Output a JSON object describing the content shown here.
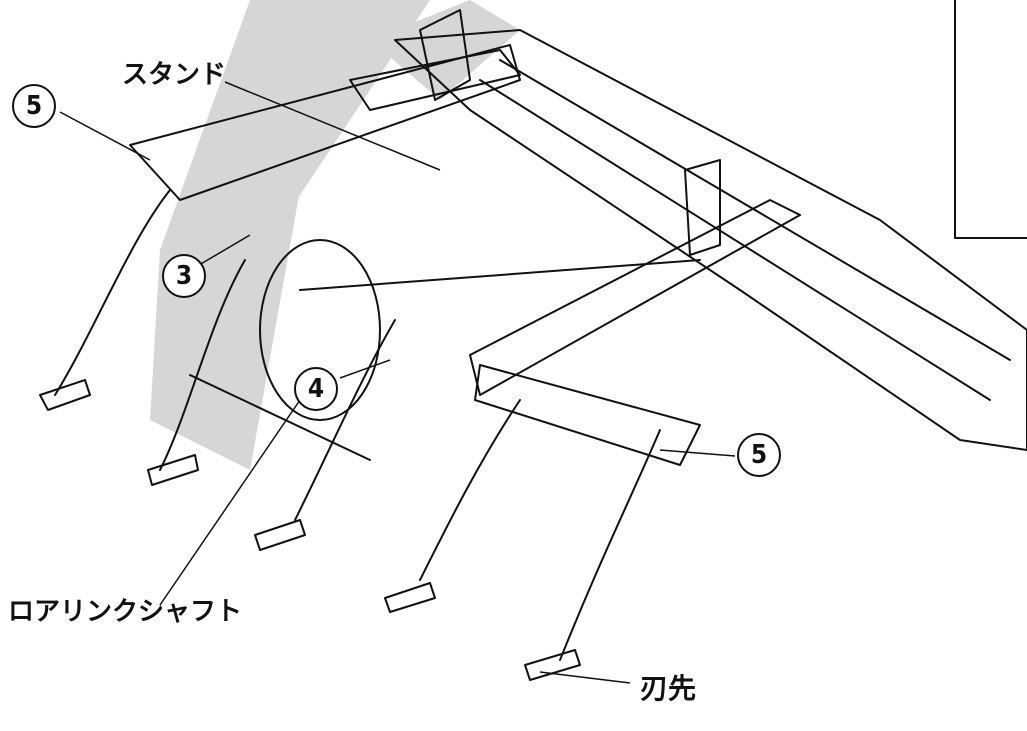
{
  "labels": {
    "stand": "スタンド",
    "lower_link_shaft": "ロアリンクシャフト",
    "blade_tip": "刃先"
  },
  "callouts": {
    "c5_top": "5",
    "c3": "3",
    "c4": "4",
    "c5_right": "5"
  },
  "colors": {
    "line": "#111111",
    "watermark": "#cfcfcf",
    "background": "#ffffff"
  }
}
